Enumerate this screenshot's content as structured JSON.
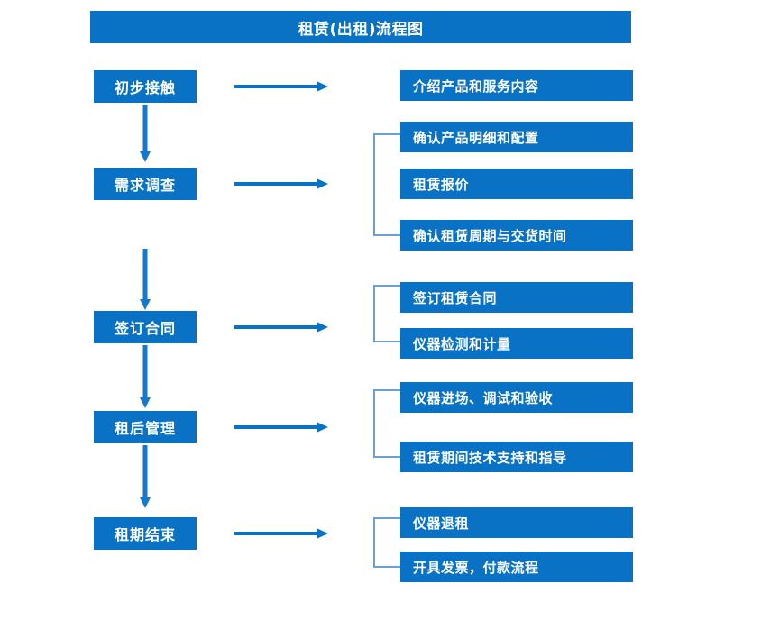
{
  "diagram": {
    "title": "租赁(出租)流程图",
    "accent_color": "#0a72c4",
    "bracket_color": "#6f9fd0",
    "text_color": "#ffffff",
    "background_color": "#ffffff",
    "type": "flowchart",
    "orientation": "vertical-stages-with-right-details"
  },
  "stages": [
    {
      "id": "stage-1",
      "label": "初步接触",
      "details": [
        "介绍产品和服务内容"
      ]
    },
    {
      "id": "stage-2",
      "label": "需求调查",
      "details": [
        "确认产品明细和配置",
        "租赁报价",
        "确认租赁周期与交货时间"
      ]
    },
    {
      "id": "stage-3",
      "label": "签订合同",
      "details": [
        "签订租赁合同",
        "仪器检测和计量"
      ]
    },
    {
      "id": "stage-4",
      "label": "租后管理",
      "details": [
        "仪器进场、调试和验收",
        "租赁期间技术支持和指导"
      ]
    },
    {
      "id": "stage-5",
      "label": "租期结束",
      "details": [
        "仪器退租",
        "开具发票，付款流程"
      ]
    }
  ],
  "connectors": {
    "horizontal_arrow_icon": "arrow-right-icon",
    "vertical_arrow_icon": "arrow-down-icon",
    "bracket_icon": "bracket-left-icon"
  }
}
